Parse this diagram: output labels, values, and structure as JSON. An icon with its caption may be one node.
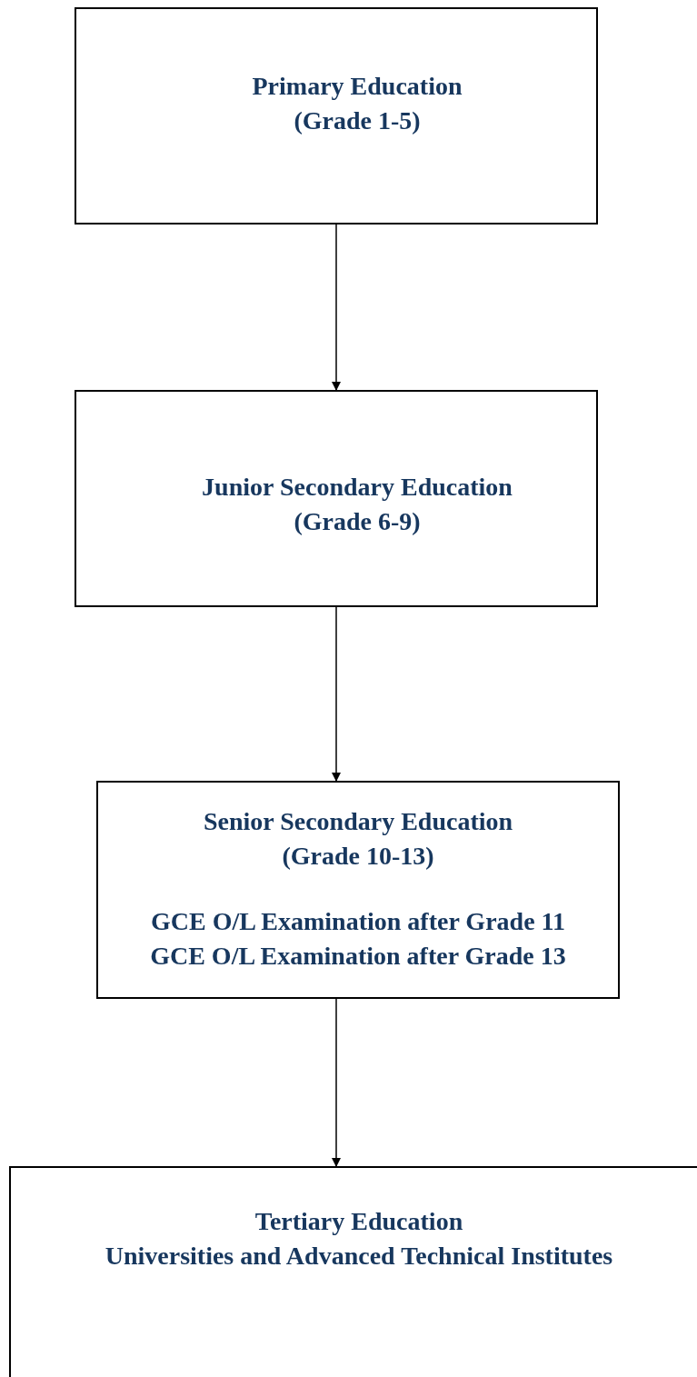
{
  "diagram": {
    "nodes": [
      {
        "text": [
          "Primary Education",
          "(Grade 1-5)"
        ]
      },
      {
        "text": [
          "Junior Secondary Education",
          "(Grade 6-9)"
        ]
      },
      {
        "text": [
          "Senior Secondary Education",
          "(Grade 10-13)",
          "GCE O/L Examination after Grade 11",
          "GCE O/L Examination after Grade 13"
        ]
      },
      {
        "text": [
          "Tertiary Education",
          "Universities and Advanced Technical Institutes"
        ]
      }
    ],
    "edges": [
      {
        "from": 0,
        "to": 1,
        "arrow": "to"
      },
      {
        "from": 1,
        "to": 2,
        "arrow": "to"
      },
      {
        "from": 2,
        "to": 3,
        "arrow": "to"
      }
    ]
  }
}
